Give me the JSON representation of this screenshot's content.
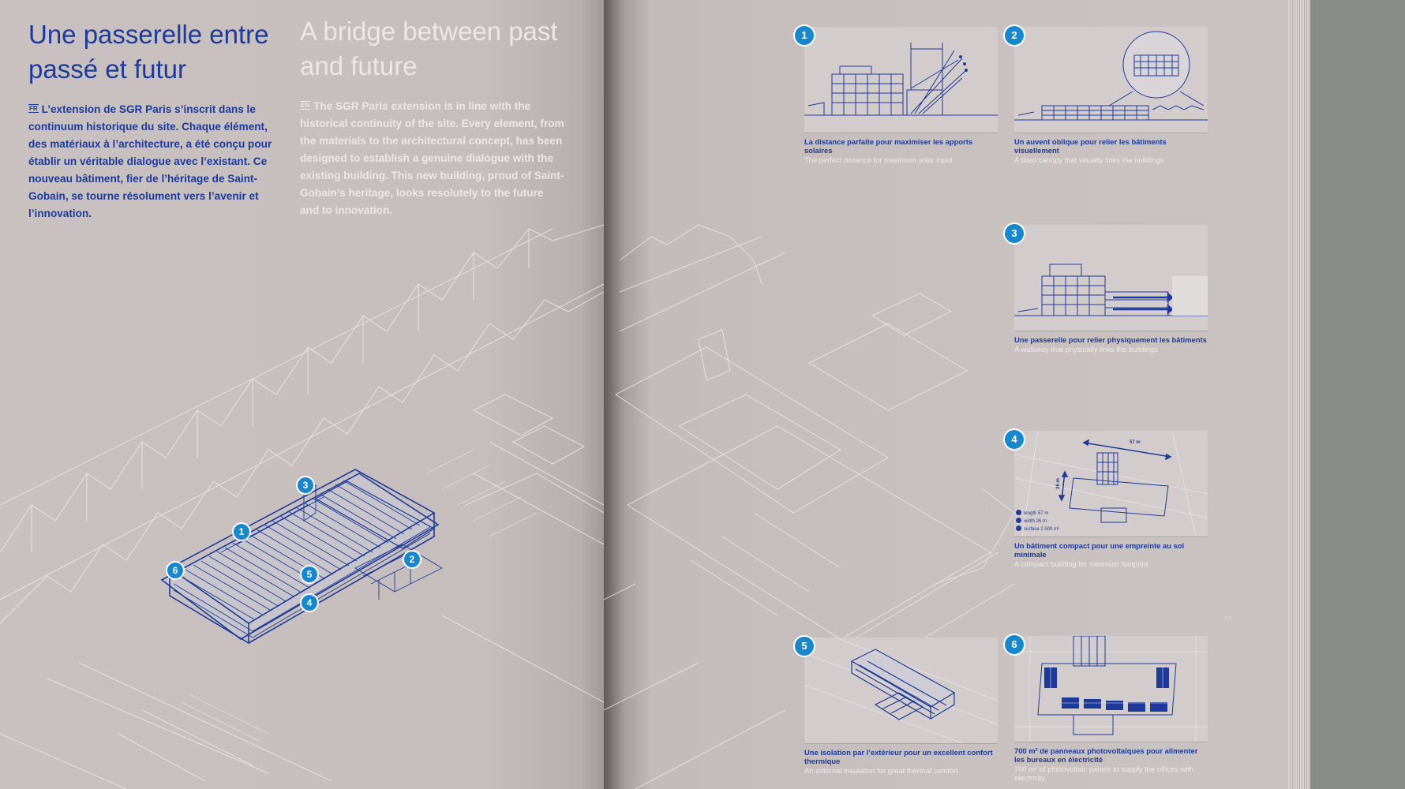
{
  "left_page": {
    "title_fr": "Une passerelle entre passé et futur",
    "title_en": "A bridge between past and future",
    "lang_fr": "FR",
    "lang_en": "EN",
    "body_fr": "L’extension de SGR Paris s’inscrit dans le continuum historique du site. Chaque élément, des matériaux à l’architecture, a été conçu pour établir un véritable dialogue avec l’existant. Ce nouveau bâtiment, fier de l’héritage de Saint-Gobain, se tourne résolument vers l’avenir et l’innovation.",
    "body_en": "The SGR Paris extension is in line with the historical continuity of the site. Every element, from the materials to the architectural concept, has been designed to establish a genuine dialogue with the existing building. This new building, proud of Saint-Gobain’s heritage, looks resolutely to the future and to innovation.",
    "markers": [
      "1",
      "2",
      "3",
      "4",
      "5",
      "6"
    ]
  },
  "cards": [
    {
      "number": "1",
      "caption_fr": "La distance parfaite pour maximiser les apports solaires",
      "caption_en": "The perfect distance for maximum solar input"
    },
    {
      "number": "2",
      "caption_fr": "Un auvent oblique pour relier les bâtiments visuellement",
      "caption_en": "A tilted canopy that visually links the buildings"
    },
    {
      "number": "3",
      "caption_fr": "Une passerelle pour relier physiquement les bâtiments",
      "caption_en": "A walkway that physically links the buildings"
    },
    {
      "number": "4",
      "caption_fr": "Un bâtiment compact pour une empreinte au sol minimale",
      "caption_en": "A compact building for minimum footprint",
      "dimension_length": "57 m",
      "dimension_width": "26 m",
      "legend": [
        "length 57 m",
        "width 26 m",
        "surface 2 500 m²"
      ]
    },
    {
      "number": "5",
      "caption_fr": "Une isolation par l’extérieur pour un excellent confort thermique",
      "caption_en": "An external insulation for great thermal comfort"
    },
    {
      "number": "6",
      "caption_fr": "700 m² de panneaux photovoltaïques pour alimenter les bureaux en électricité",
      "caption_en": "700 m² of photovoltaic panels to supply the offices with electricity"
    }
  ],
  "folio": "77",
  "colors": {
    "accent_blue": "#1d3a9a",
    "badge_blue": "#1987cc",
    "page": "#c8c1c0"
  }
}
